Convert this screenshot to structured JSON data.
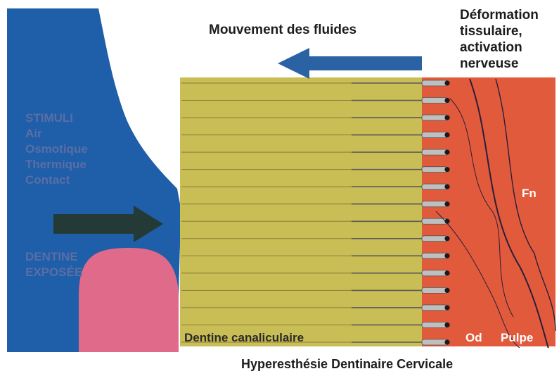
{
  "labels": {
    "top": "Mouvement des fluides",
    "deformation": [
      "Déformation",
      "tissulaire,",
      "activation",
      "nerveuse"
    ],
    "stimuli": [
      "STIMULI",
      "Air",
      "Osmotique",
      "Thermique",
      "Contact"
    ],
    "dentine_exposee": [
      "DENTINE",
      "EXPOSÉE"
    ],
    "fn": "Fn",
    "od": "Od",
    "pulpe": "Pulpe",
    "dentine_canaliculaire": "Dentine canaliculaire",
    "bottom": "Hyperesthésie Dentinaire Cervicale"
  },
  "colors": {
    "blue": "#1f5ea8",
    "dentine": "#c9bd55",
    "pulp": "#e25a3c",
    "gum": "#e06a8a",
    "arrow_top": "#2a62a4",
    "arrow_side": "#233a36"
  },
  "tubule_count": 16
}
